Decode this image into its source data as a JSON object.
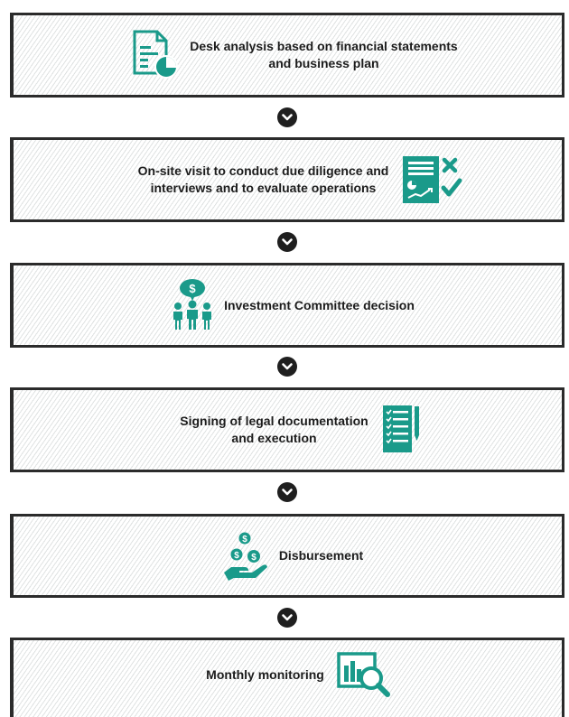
{
  "steps": [
    {
      "lines": [
        "Desk analysis based on financial statements",
        "and business plan"
      ],
      "icon": "document-analysis-icon"
    },
    {
      "lines": [
        "On-site visit to conduct due diligence and",
        "interviews and to evaluate operations"
      ],
      "icon": "checklist-report-icon"
    },
    {
      "lines": [
        "Investment Committee decision"
      ],
      "icon": "committee-icon"
    },
    {
      "lines": [
        "Signing of legal documentation",
        "and execution"
      ],
      "icon": "signed-document-icon"
    },
    {
      "lines": [
        "Disbursement"
      ],
      "icon": "money-hand-icon"
    },
    {
      "lines": [
        "Monthly monitoring"
      ],
      "icon": "chart-magnifier-icon"
    }
  ],
  "connector_icon": "chevron-down-icon",
  "colors": {
    "icon": "#1a9a8a",
    "border": "#2b2b2b",
    "arrow": "#1f1f1f",
    "hatch": "#dfe2e2"
  }
}
